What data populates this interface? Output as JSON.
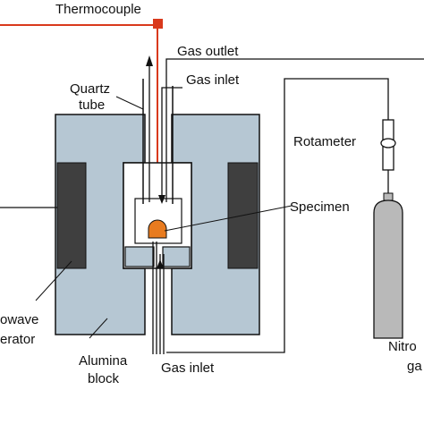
{
  "labels": {
    "thermocouple": "Thermocouple",
    "gas_outlet": "Gas outlet",
    "gas_inlet_top": "Gas inlet",
    "quartz_line1": "Quartz",
    "quartz_line2": "tube",
    "rotameter": "Rotameter",
    "specimen": "Specimen",
    "microwave_line1": "owave",
    "microwave_line2": "erator",
    "alumina_line1": "Alumina",
    "alumina_line2": "block",
    "gas_inlet_bottom": "Gas inlet",
    "nitrogen_line1": "Nitro",
    "nitrogen_line2": "ga"
  },
  "colors": {
    "alumina": "#b6c7d3",
    "generator": "#3f3f3f",
    "thermocouple": "#d9391c",
    "specimen": "#e87b1f",
    "cylinder": "#b9b9b9",
    "line": "#111111"
  }
}
